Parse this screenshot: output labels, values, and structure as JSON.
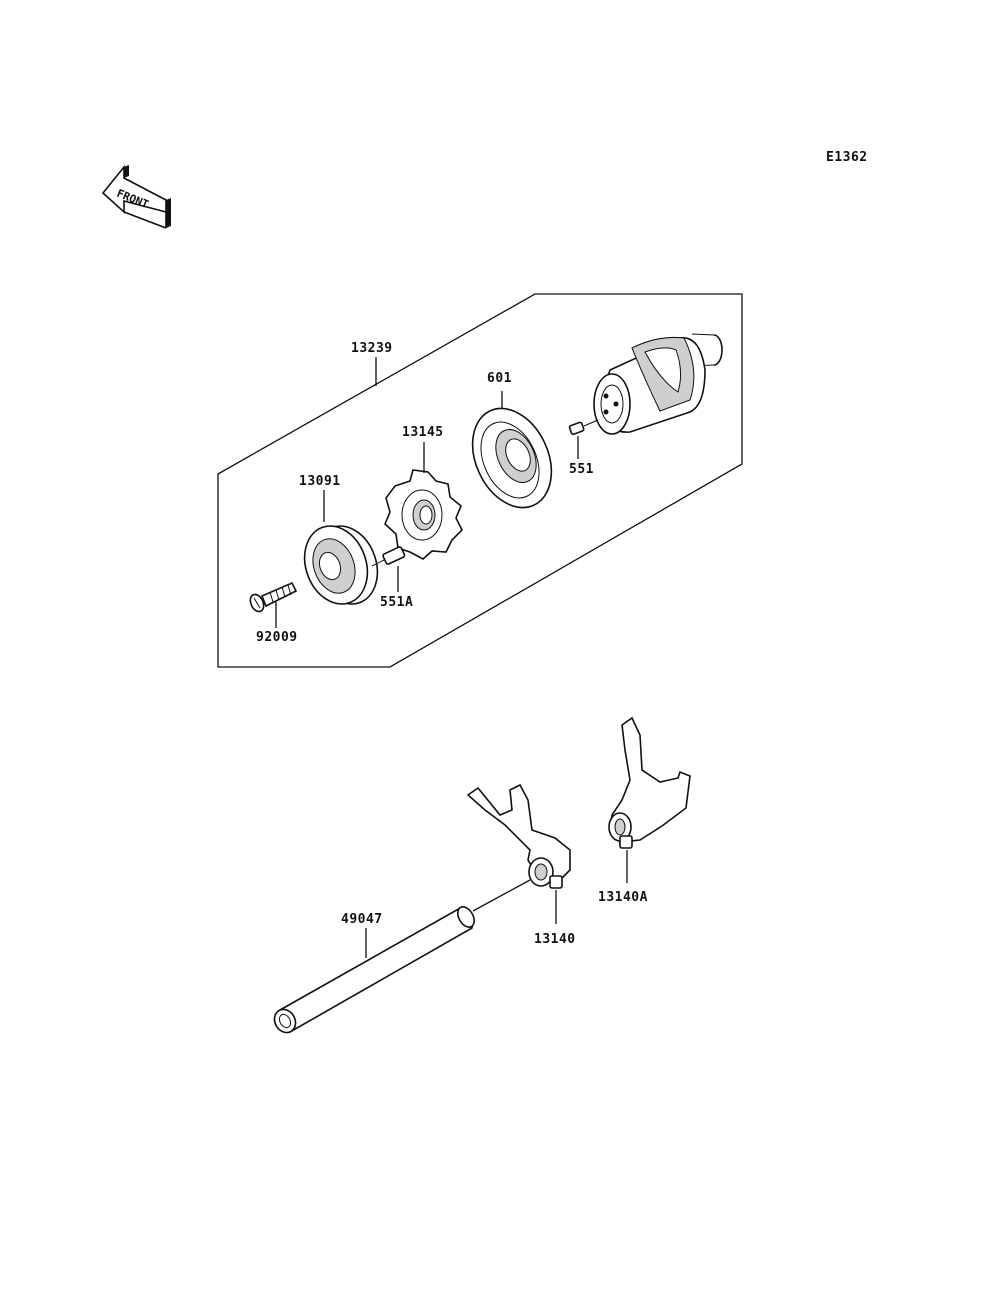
{
  "diagram_code": "E1362",
  "front_arrow_text": "FRONT",
  "labels": {
    "assembly": "13239",
    "bearing": "601",
    "pin_drum": "551",
    "gear_plate": "13145",
    "holder": "13091",
    "pin_holder": "551A",
    "screw": "92009",
    "shaft": "49047",
    "fork_left": "13140",
    "fork_right": "13140A"
  }
}
